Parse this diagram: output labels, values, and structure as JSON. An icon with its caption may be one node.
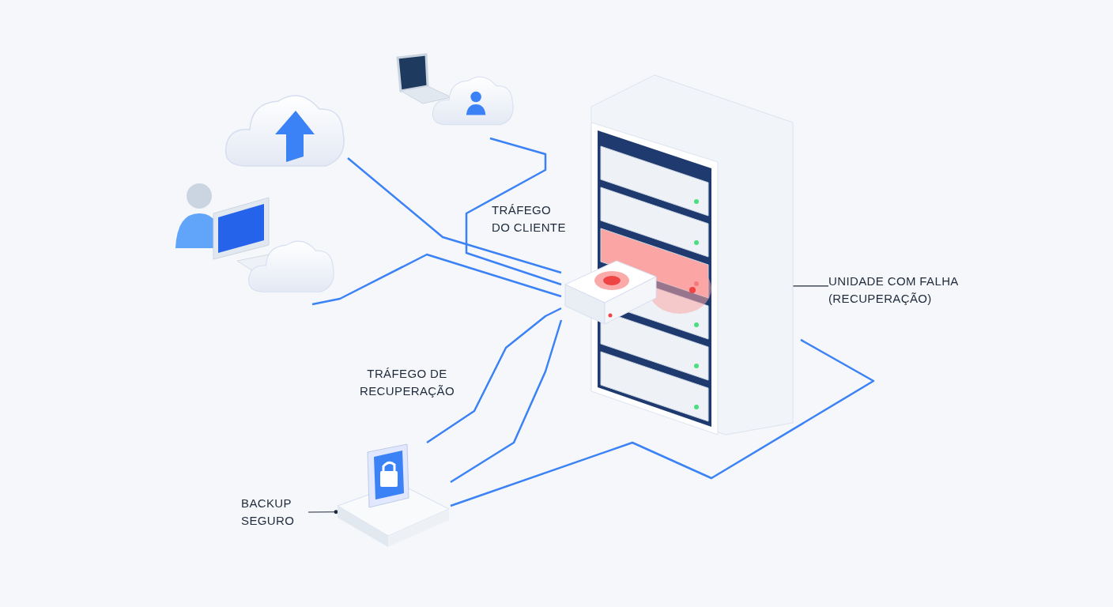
{
  "diagram": {
    "nodes": [
      {
        "text": [],
        "shape": "picture"
      },
      {
        "text": [],
        "shape": "picture"
      },
      {
        "text": [],
        "shape": "picture"
      },
      {
        "text": [],
        "shape": "picture"
      },
      {
        "text": [
          "UNIDADE COM FALHA (RECUPERAÇÃO)"
        ]
      },
      {
        "text": [],
        "shape": "picture"
      },
      {
        "text": [],
        "shape": "picture"
      },
      {
        "text": [
          "BACKUP SEGURO"
        ]
      }
    ],
    "edges": [
      {
        "from": 0,
        "to": 5,
        "arrow": "none"
      },
      {
        "from": 1,
        "to": 5,
        "arrow": "none"
      },
      {
        "from": 2,
        "to": 5,
        "arrow": "none"
      },
      {
        "from": 6,
        "to": 5,
        "arrow": "none"
      },
      {
        "from": 6,
        "to": 5,
        "arrow": "none"
      },
      {
        "from": 3,
        "to": 6,
        "arrow": "none"
      },
      {
        "from": 4,
        "to": 5,
        "arrow": "other",
        "color": "#1e293b"
      },
      {
        "from": 7,
        "to": 6,
        "arrow": "other",
        "color": "#1e293b"
      }
    ],
    "labels": [
      "TRÁFEGO DO CLIENTE",
      "TRÁFEGO DE RECUPERAÇÃO"
    ]
  }
}
